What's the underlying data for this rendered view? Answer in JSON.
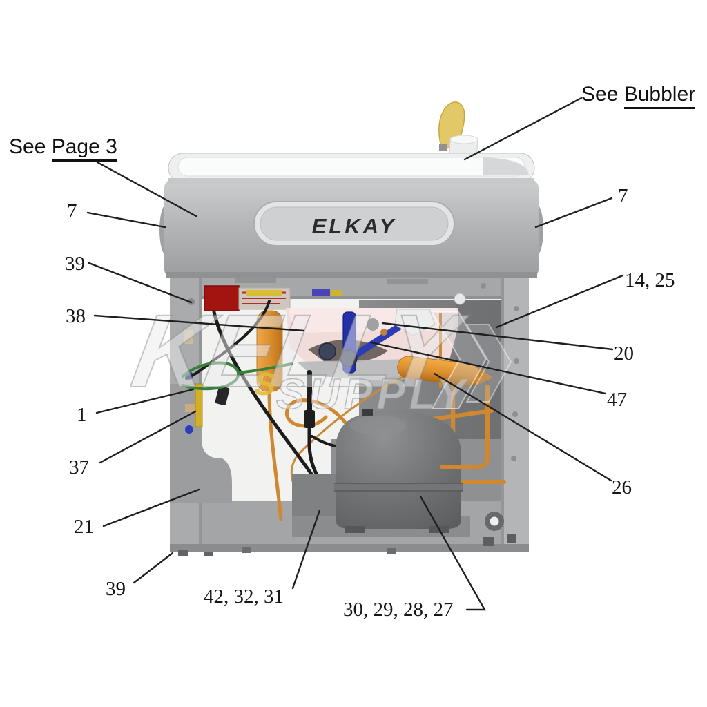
{
  "brand": "ELKAY",
  "watermark": {
    "word1": "KELLY",
    "word2": "SUPPLY",
    "accent": "S"
  },
  "notes": {
    "page3": {
      "prefix": "See ",
      "link": "Page 3"
    },
    "bubbler": {
      "prefix": "See ",
      "link": "Bubbler"
    }
  },
  "callouts": {
    "c7_left": {
      "text": "7"
    },
    "c7_right": {
      "text": "7"
    },
    "c39_top": {
      "text": "39"
    },
    "c38": {
      "text": "38"
    },
    "c1": {
      "text": "1"
    },
    "c37": {
      "text": "37"
    },
    "c21": {
      "text": "21"
    },
    "c39_bottom": {
      "text": "39"
    },
    "c42_32_31": {
      "text": "42, 32, 31"
    },
    "c30_29_28_27": {
      "text": "30, 29, 28, 27"
    },
    "c14_25": {
      "text": "14, 25"
    },
    "c20": {
      "text": "20"
    },
    "c47": {
      "text": "47"
    },
    "c26": {
      "text": "26"
    }
  },
  "colors": {
    "body_gray": "#b3b5b7",
    "panel_dark": "#7b7d7f",
    "compressor_gray": "#6b6d6f",
    "tank_orange": "#dd8f2e",
    "copper": "#cf8730",
    "basin_pink": "#f2dcda",
    "valve_blue": "#2231a8",
    "warning_red": "#a31310",
    "leader_black": "#1f1f1f"
  }
}
